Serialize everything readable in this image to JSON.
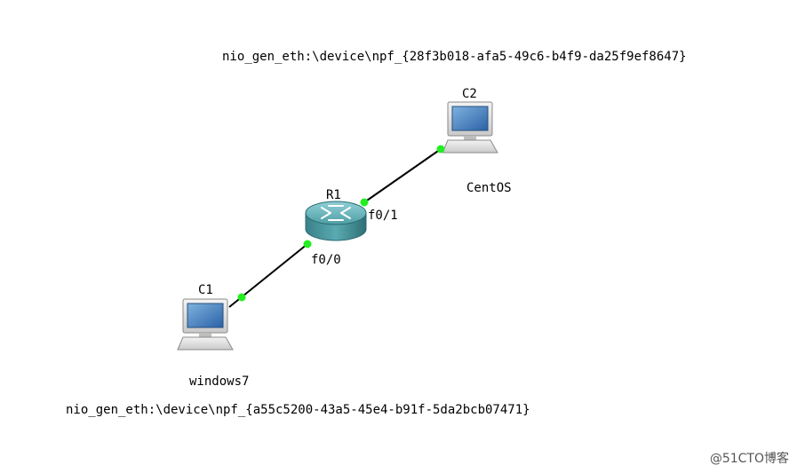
{
  "topology": {
    "nodes": {
      "c2": {
        "name": "C2",
        "description": "CentOS",
        "interface": "nio_gen_eth:\\device\\npf_{28f3b018-afa5-49c6-b4f9-da25f9ef8647}"
      },
      "c1": {
        "name": "C1",
        "description": "windows7",
        "interface": "nio_gen_eth:\\device\\npf_{a55c5200-43a5-45e4-b91f-5da2bcb07471}"
      },
      "r1": {
        "name": "R1"
      }
    },
    "ports": {
      "r1_f01": "f0/1",
      "r1_f00": "f0/0"
    },
    "link_color": "#000000",
    "port_color": "#22ee22",
    "router_color": "#3d8f95"
  },
  "watermark": "@51CTO博客"
}
